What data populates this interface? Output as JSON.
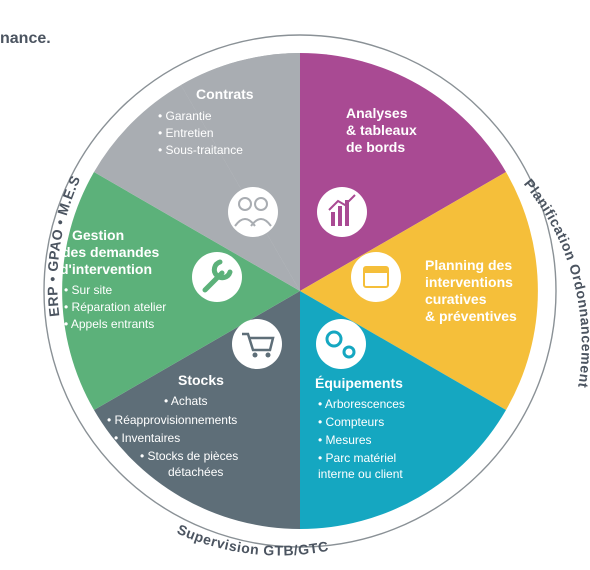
{
  "header_fragment": "nance.",
  "ring_labels": {
    "left": "ERP • GPAO • M.E.S",
    "right": "Planification Ordonnancement",
    "bottom": "Supervision GTB/GTC"
  },
  "segments": {
    "contrats": {
      "title": "Contrats",
      "items": [
        "• Garantie",
        "• Entretien",
        "• Sous-traitance"
      ],
      "color": "#a9adb2",
      "icon": "people-icon"
    },
    "analyses": {
      "title_lines": [
        "Analyses",
        "& tableaux",
        "de bords"
      ],
      "color": "#a94a93",
      "icon": "chart-icon"
    },
    "planning": {
      "title_lines": [
        "Planning des",
        "interventions",
        "curatives",
        "& préventives"
      ],
      "color": "#f5bf3a",
      "icon": "calendar-icon"
    },
    "equipements": {
      "title": "Équipements",
      "items": [
        "• Arborescences",
        "• Compteurs",
        "• Mesures",
        "• Parc matériel",
        "interne ou client"
      ],
      "color": "#15a7c1",
      "icon": "gears-icon"
    },
    "stocks": {
      "title": "Stocks",
      "items": [
        "• Achats",
        "• Réapprovisionnements",
        "• Inventaires",
        "• Stocks de pièces",
        "détachées"
      ],
      "color": "#5e6e78",
      "icon": "cart-icon"
    },
    "gestion": {
      "title_lines": [
        "Gestion",
        "des demandes",
        "d'intervention"
      ],
      "items": [
        "• Sur site",
        "• Réparation atelier",
        "• Appels entrants"
      ],
      "color": "#5cb17a",
      "icon": "wrench-icon"
    }
  }
}
